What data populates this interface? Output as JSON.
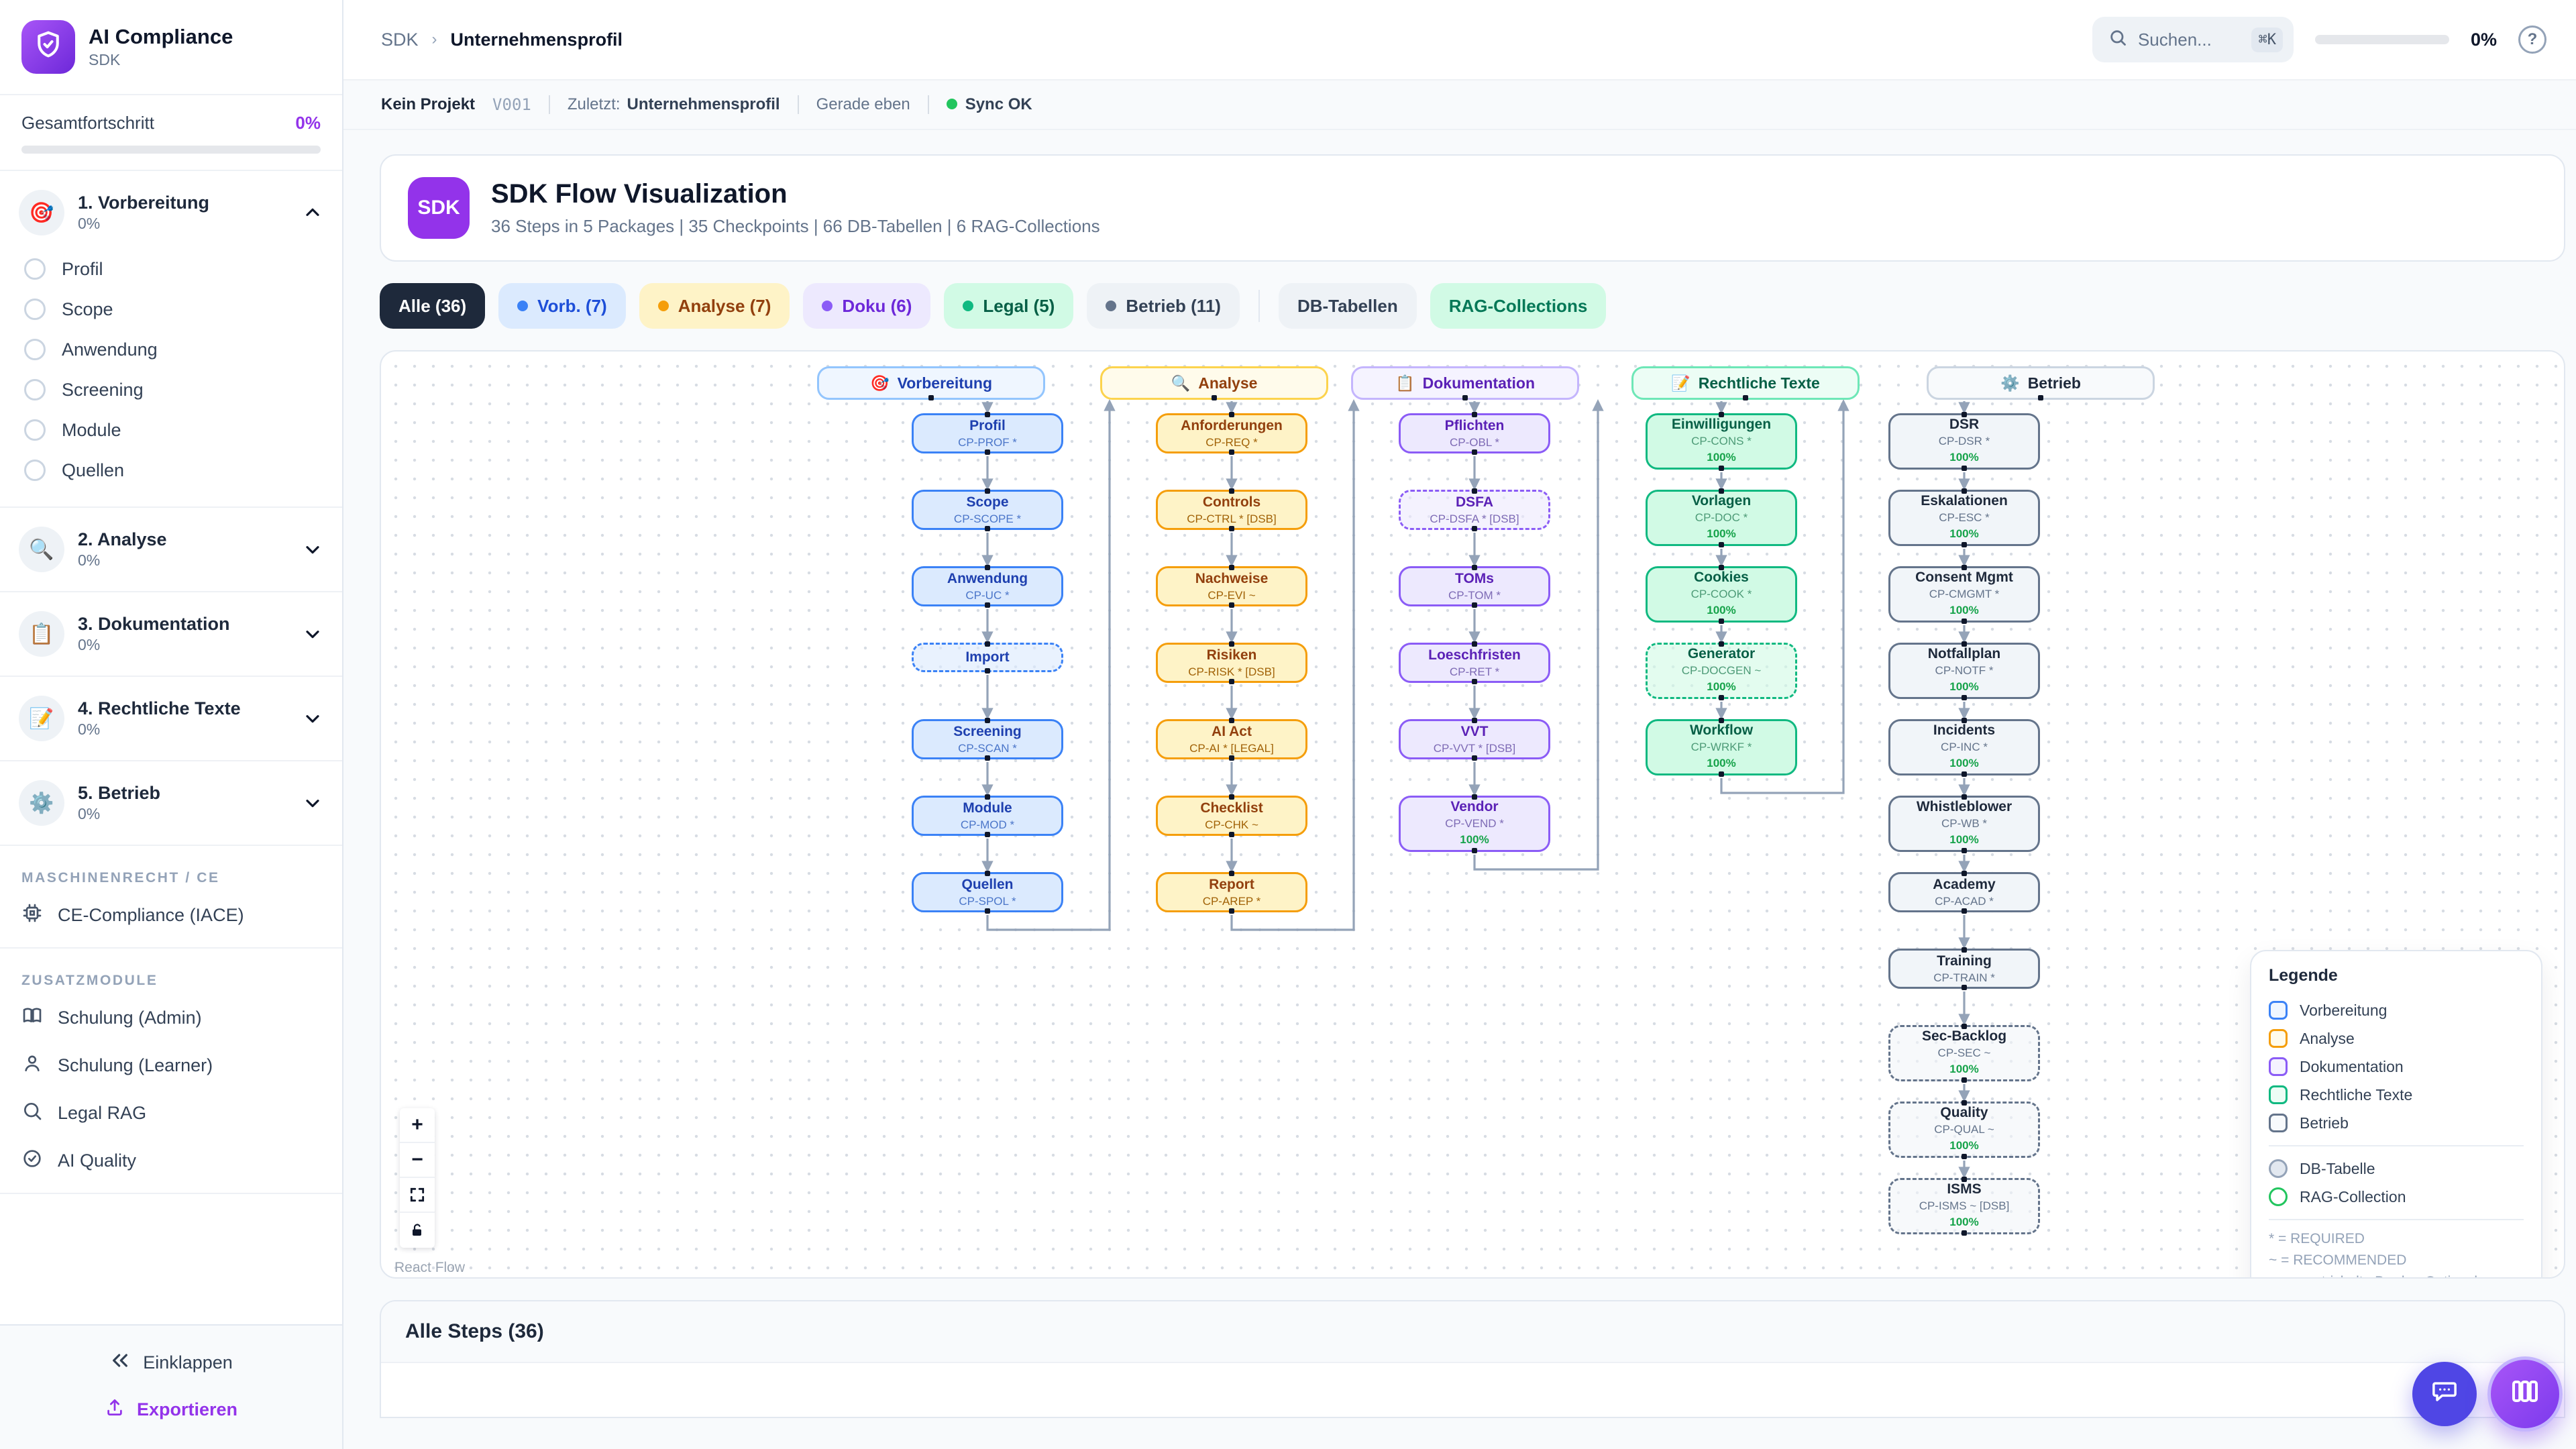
{
  "app": {
    "title": "AI Compliance",
    "subtitle": "SDK"
  },
  "sidebar": {
    "progress_label": "Gesamtfortschritt",
    "progress_value": "0%",
    "sections": [
      {
        "label": "1. Vorbereitung",
        "pct": "0%",
        "emoji": "🎯",
        "expanded": true,
        "items": [
          "Profil",
          "Scope",
          "Anwendung",
          "Screening",
          "Module",
          "Quellen"
        ]
      },
      {
        "label": "2. Analyse",
        "pct": "0%",
        "emoji": "🔍",
        "expanded": false,
        "items": []
      },
      {
        "label": "3. Dokumentation",
        "pct": "0%",
        "emoji": "📋",
        "expanded": false,
        "items": []
      },
      {
        "label": "4. Rechtliche Texte",
        "pct": "0%",
        "emoji": "📝",
        "expanded": false,
        "items": []
      },
      {
        "label": "5. Betrieb",
        "pct": "0%",
        "emoji": "⚙️",
        "expanded": false,
        "items": []
      }
    ],
    "group1_label": "MASCHINENRECHT / CE",
    "group1_items": [
      {
        "icon": "cpu-icon",
        "label": "CE-Compliance (IACE)"
      }
    ],
    "group2_label": "ZUSATZMODULE",
    "group2_items": [
      {
        "icon": "book-icon",
        "label": "Schulung (Admin)"
      },
      {
        "icon": "user-icon",
        "label": "Schulung (Learner)"
      },
      {
        "icon": "search-icon",
        "label": "Legal RAG"
      },
      {
        "icon": "check-circle-icon",
        "label": "AI Quality"
      }
    ],
    "collapse_label": "Einklappen",
    "export_label": "Exportieren"
  },
  "topbar": {
    "breadcrumb_root": "SDK",
    "breadcrumb_current": "Unternehmensprofil",
    "search_placeholder": "Suchen...",
    "search_shortcut": "⌘K",
    "progress_value": "0%"
  },
  "statusbar": {
    "project": "Kein Projekt",
    "version": "V001",
    "last_label": "Zuletzt:",
    "last_value": "Unternehmensprofil",
    "time": "Gerade eben",
    "sync": "Sync OK"
  },
  "header_card": {
    "badge": "SDK",
    "title": "SDK Flow Visualization",
    "subtitle": "36 Steps in 5 Packages | 35 Checkpoints | 66 DB-Tabellen | 6 RAG-Collections"
  },
  "filters": {
    "buttons": [
      {
        "label": "Alle (36)",
        "bg": "#1e293b",
        "color": "#ffffff",
        "dot": ""
      },
      {
        "label": "Vorb. (7)",
        "bg": "#dbeafe",
        "color": "#1d4ed8",
        "dot": "#3b82f6"
      },
      {
        "label": "Analyse (7)",
        "bg": "#fef3c7",
        "color": "#92400e",
        "dot": "#f59e0b"
      },
      {
        "label": "Doku (6)",
        "bg": "#ede9fe",
        "color": "#6d28d9",
        "dot": "#8b5cf6"
      },
      {
        "label": "Legal (5)",
        "bg": "#d1fae5",
        "color": "#065f46",
        "dot": "#10b981"
      },
      {
        "label": "Betrieb (11)",
        "bg": "#eef2f6",
        "color": "#334155",
        "dot": "#64748b"
      }
    ],
    "db_label": "DB-Tabellen",
    "rag_label": "RAG-Collections"
  },
  "flow": {
    "packages": [
      {
        "id": "vorbereitung",
        "label": "Vorbereitung",
        "emoji": "🎯",
        "colors": {
          "border": "#3b82f6",
          "bg": "#dbeafe",
          "text": "#1e40af",
          "code": "#4b76c9",
          "headerBorder": "#93c5fd",
          "headerBg": "#eff6ff"
        },
        "nodes": [
          {
            "title": "Profil",
            "code": "CP-PROF *"
          },
          {
            "title": "Scope",
            "code": "CP-SCOPE *"
          },
          {
            "title": "Anwendung",
            "code": "CP-UC *"
          },
          {
            "title": "Import",
            "code": "",
            "dashed": true
          },
          {
            "title": "Screening",
            "code": "CP-SCAN *"
          },
          {
            "title": "Module",
            "code": "CP-MOD *"
          },
          {
            "title": "Quellen",
            "code": "CP-SPOL *"
          }
        ]
      },
      {
        "id": "analyse",
        "label": "Analyse",
        "emoji": "🔍",
        "colors": {
          "border": "#f59e0b",
          "bg": "#fef3c7",
          "text": "#92400e",
          "code": "#a16207",
          "headerBorder": "#fcd34d",
          "headerBg": "#fffbeb"
        },
        "nodes": [
          {
            "title": "Anforderungen",
            "code": "CP-REQ *"
          },
          {
            "title": "Controls",
            "code": "CP-CTRL * [DSB]"
          },
          {
            "title": "Nachweise",
            "code": "CP-EVI ~"
          },
          {
            "title": "Risiken",
            "code": "CP-RISK * [DSB]"
          },
          {
            "title": "AI Act",
            "code": "CP-AI * [LEGAL]"
          },
          {
            "title": "Checklist",
            "code": "CP-CHK ~"
          },
          {
            "title": "Report",
            "code": "CP-AREP *"
          }
        ]
      },
      {
        "id": "dokumentation",
        "label": "Dokumentation",
        "emoji": "📋",
        "colors": {
          "border": "#8b5cf6",
          "bg": "#ede9fe",
          "text": "#5b21b6",
          "code": "#7e6bb5",
          "headerBorder": "#c4b5fd",
          "headerBg": "#f5f3ff"
        },
        "nodes": [
          {
            "title": "Pflichten",
            "code": "CP-OBL *"
          },
          {
            "title": "DSFA",
            "code": "CP-DSFA * [DSB]",
            "dashed": true
          },
          {
            "title": "TOMs",
            "code": "CP-TOM *"
          },
          {
            "title": "Loeschfristen",
            "code": "CP-RET *"
          },
          {
            "title": "VVT",
            "code": "CP-VVT * [DSB]"
          },
          {
            "title": "Vendor",
            "code": "CP-VEND *",
            "progress": "100%"
          }
        ]
      },
      {
        "id": "legal",
        "label": "Rechtliche Texte",
        "emoji": "📝",
        "colors": {
          "border": "#10b981",
          "bg": "#d1fae5",
          "text": "#065f46",
          "code": "#4d9b77",
          "headerBorder": "#6ee7b7",
          "headerBg": "#ecfdf5"
        },
        "nodes": [
          {
            "title": "Einwilligungen",
            "code": "CP-CONS *",
            "progress": "100%"
          },
          {
            "title": "Vorlagen",
            "code": "CP-DOC *",
            "progress": "100%"
          },
          {
            "title": "Cookies",
            "code": "CP-COOK *",
            "progress": "100%"
          },
          {
            "title": "Generator",
            "code": "CP-DOCGEN ~",
            "progress": "100%",
            "dashed": true
          },
          {
            "title": "Workflow",
            "code": "CP-WRKF *",
            "progress": "100%"
          }
        ]
      },
      {
        "id": "betrieb",
        "label": "Betrieb",
        "emoji": "⚙️",
        "colors": {
          "border": "#64748b",
          "bg": "#f1f5f9",
          "text": "#1e293b",
          "code": "#64748b",
          "headerBorder": "#cbd5e1",
          "headerBg": "#f8fafc"
        },
        "nodes": [
          {
            "title": "DSR",
            "code": "CP-DSR *",
            "progress": "100%"
          },
          {
            "title": "Eskalationen",
            "code": "CP-ESC *",
            "progress": "100%"
          },
          {
            "title": "Consent Mgmt",
            "code": "CP-CMGMT *",
            "progress": "100%"
          },
          {
            "title": "Notfallplan",
            "code": "CP-NOTF *",
            "progress": "100%"
          },
          {
            "title": "Incidents",
            "code": "CP-INC *",
            "progress": "100%"
          },
          {
            "title": "Whistleblower",
            "code": "CP-WB *",
            "progress": "100%"
          },
          {
            "title": "Academy",
            "code": "CP-ACAD *"
          },
          {
            "title": "Training",
            "code": "CP-TRAIN *"
          },
          {
            "title": "Sec-Backlog",
            "code": "CP-SEC ~",
            "progress": "100%",
            "dashed": true
          },
          {
            "title": "Quality",
            "code": "CP-QUAL ~",
            "progress": "100%",
            "dashed": true
          },
          {
            "title": "ISMS",
            "code": "CP-ISMS ~ [DSB]",
            "progress": "100%",
            "dashed": true
          }
        ]
      }
    ],
    "attribution": "React Flow"
  },
  "legend": {
    "title": "Legende",
    "db_label": "DB-Tabelle",
    "db_color": "#94a3b8",
    "rag_label": "RAG-Collection",
    "rag_color": "#22c55e",
    "notes": [
      "* = REQUIRED",
      "~ = RECOMMENDED",
      "--- = gestrichelte Border: Optional"
    ]
  },
  "bottom": {
    "steps_title": "Alle Steps (36)"
  },
  "colors": {
    "accent": "#9333ea",
    "edge": "#94a3b8",
    "progress_green": "#22c55e"
  }
}
